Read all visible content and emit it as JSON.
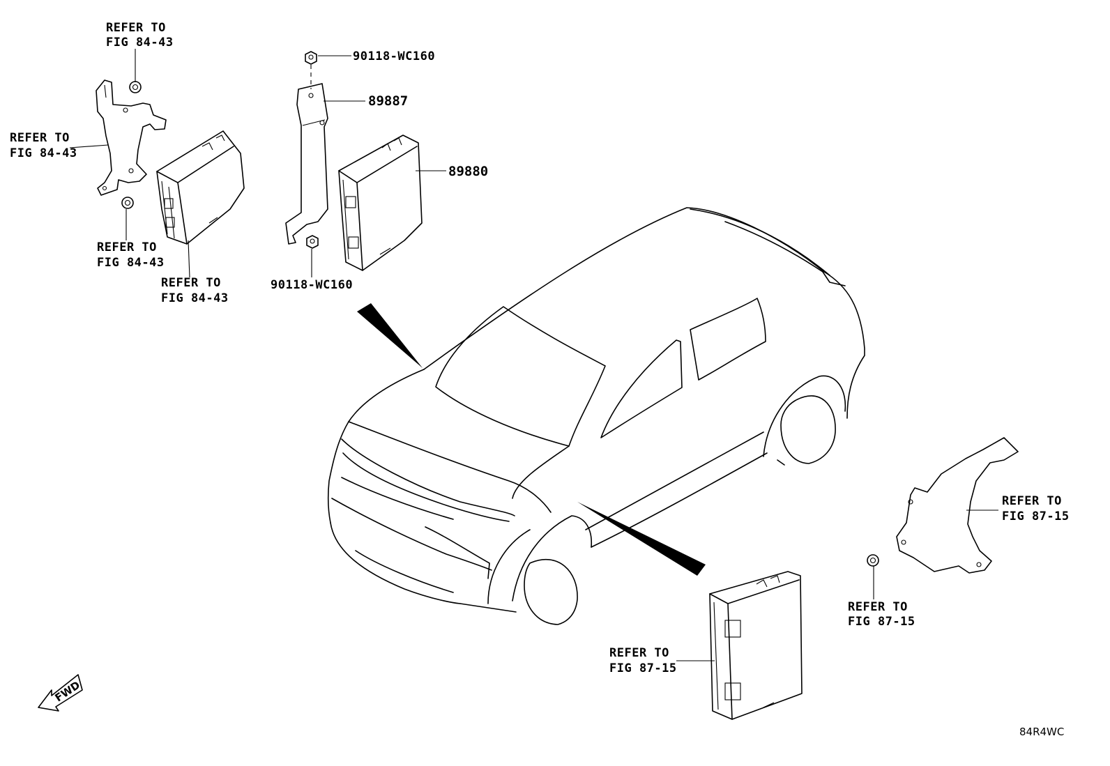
{
  "callouts": {
    "bracket_left_top": [
      "REFER TO",
      "FIG 84-43"
    ],
    "bracket_left_side": [
      "REFER TO",
      "FIG 84-43"
    ],
    "nut_left_lower": [
      "REFER TO",
      "FIG 84-43"
    ],
    "module_left": [
      "REFER TO",
      "FIG 84-43"
    ],
    "bracket_right": [
      "REFER TO",
      "FIG 87-15"
    ],
    "nut_right": [
      "REFER TO",
      "FIG 87-15"
    ],
    "module_lower": [
      "REFER TO",
      "FIG 87-15"
    ]
  },
  "part_numbers": {
    "nut_top": "90118-WC160",
    "bracket_mid": "89887",
    "module_mid": "89880",
    "nut_bottom": "90118-WC160"
  },
  "fwd_label": "FWD",
  "diagram_code": "84R4WC"
}
